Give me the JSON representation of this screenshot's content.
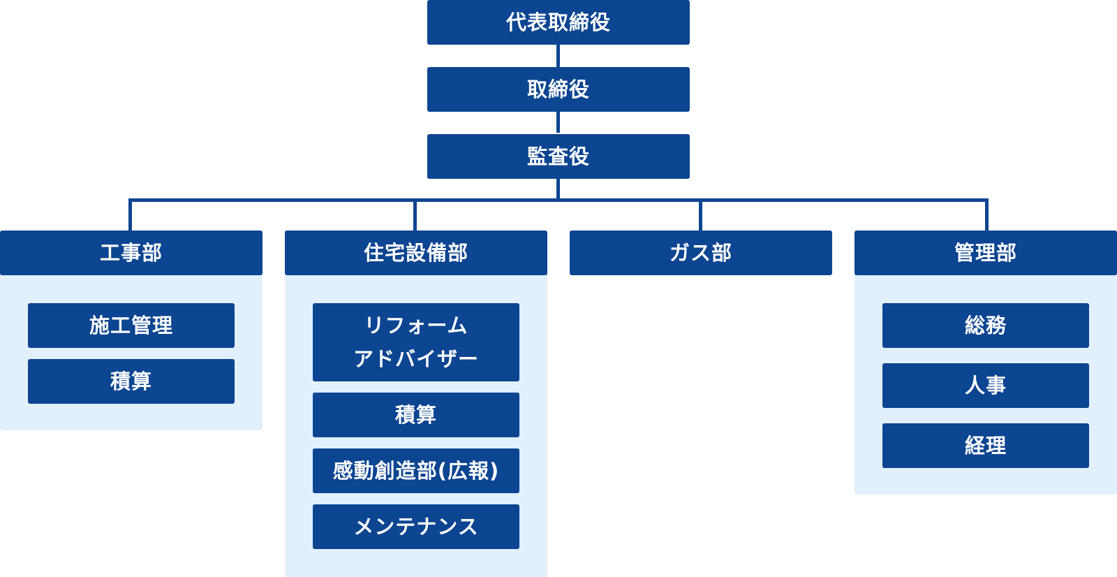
{
  "colors": {
    "box": "#0c4591",
    "panel": "#e1f0fc",
    "text": "#ffffff",
    "line": "#0c4591"
  },
  "org": {
    "top": [
      "代表取締役",
      "取締役",
      "監査役"
    ],
    "departments": [
      {
        "name": "工事部",
        "units": [
          "施工管理",
          "積算"
        ]
      },
      {
        "name": "住宅設備部",
        "units": [
          [
            "リフォーム",
            "アドバイザー"
          ],
          "積算",
          "感動創造部(広報)",
          "メンテナンス"
        ]
      },
      {
        "name": "ガス部",
        "units": []
      },
      {
        "name": "管理部",
        "units": [
          "総務",
          "人事",
          "経理"
        ]
      }
    ]
  }
}
